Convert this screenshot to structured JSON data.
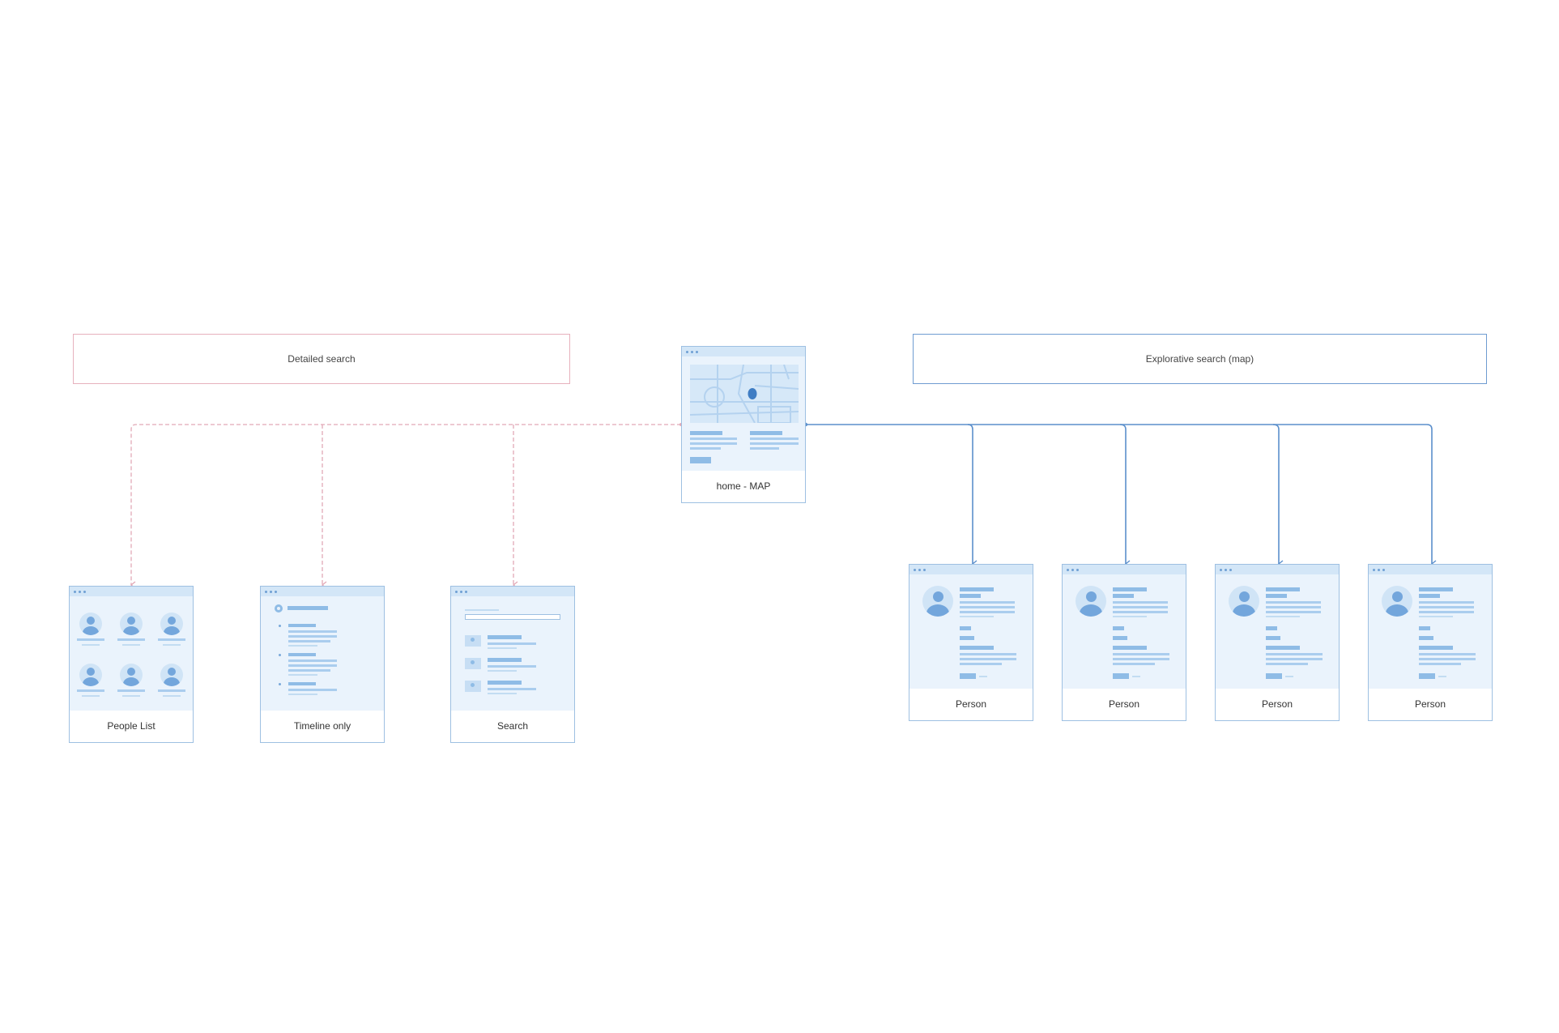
{
  "sections": {
    "detailed": {
      "label": "Detailed search"
    },
    "explorative": {
      "label": "Explorative search (map)"
    }
  },
  "home": {
    "label": "home - MAP"
  },
  "detailed_pages": [
    {
      "label": "People List"
    },
    {
      "label": "Timeline only"
    },
    {
      "label": "Search"
    }
  ],
  "person_pages": [
    {
      "label": "Person"
    },
    {
      "label": "Person"
    },
    {
      "label": "Person"
    },
    {
      "label": "Person"
    }
  ],
  "colors": {
    "detailed_link": "#e2a9b6",
    "explorative_link": "#5b8fcc",
    "card_border": "#9ec0e2",
    "card_fill": "#eaf3fc",
    "chrome": "#d3e6f7",
    "accent": "#8fbce6"
  }
}
